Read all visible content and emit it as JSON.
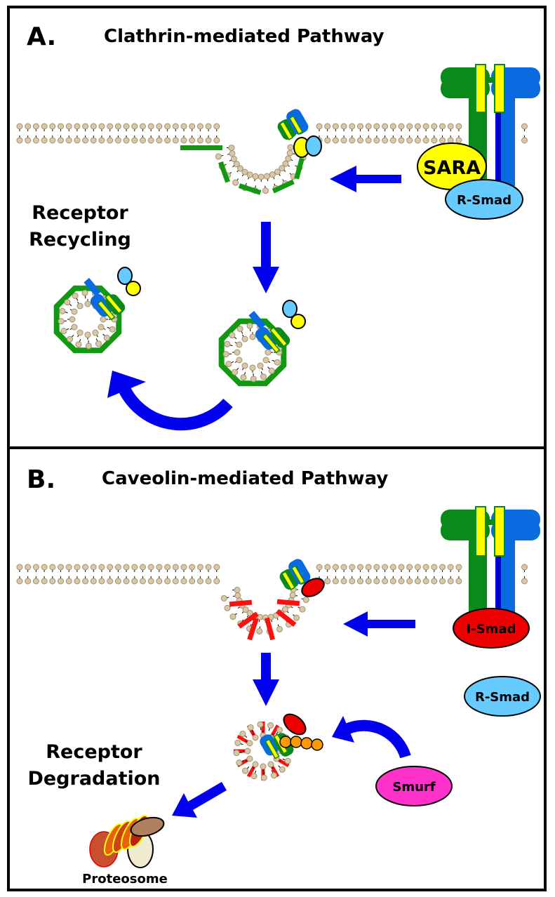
{
  "panels": [
    {
      "letter": "A.",
      "title": "Clathrin-mediated Pathway",
      "side_label_line1": "Receptor",
      "side_label_line2": "Recycling",
      "receptor_adaptors": [
        "SARA",
        "R-Smad"
      ]
    },
    {
      "letter": "B.",
      "title": "Caveolin-mediated Pathway",
      "side_label_line1": "Receptor",
      "side_label_line2": "Degradation",
      "receptor_adaptors": [
        "I-Smad"
      ],
      "free_smad": "R-Smad",
      "ligase": "Smurf",
      "proteasome_label": "Proteosome"
    }
  ],
  "colors": {
    "receptor_green": "#0a8a1a",
    "receptor_blue": "#0a6ae0",
    "tm_yellow": "#ffff00",
    "arrow_blue": "#0000ee",
    "lipid_head": "#d8c8a8",
    "clathrin_green": "#119911",
    "caveolin_red": "#ff1010",
    "sara_yellow": "#ffff00",
    "rsmad_lightblue": "#66ccff",
    "ismad_red": "#ee0000",
    "smurf_magenta": "#ff33cc",
    "ubiquitin_orange": "#ff9900"
  }
}
